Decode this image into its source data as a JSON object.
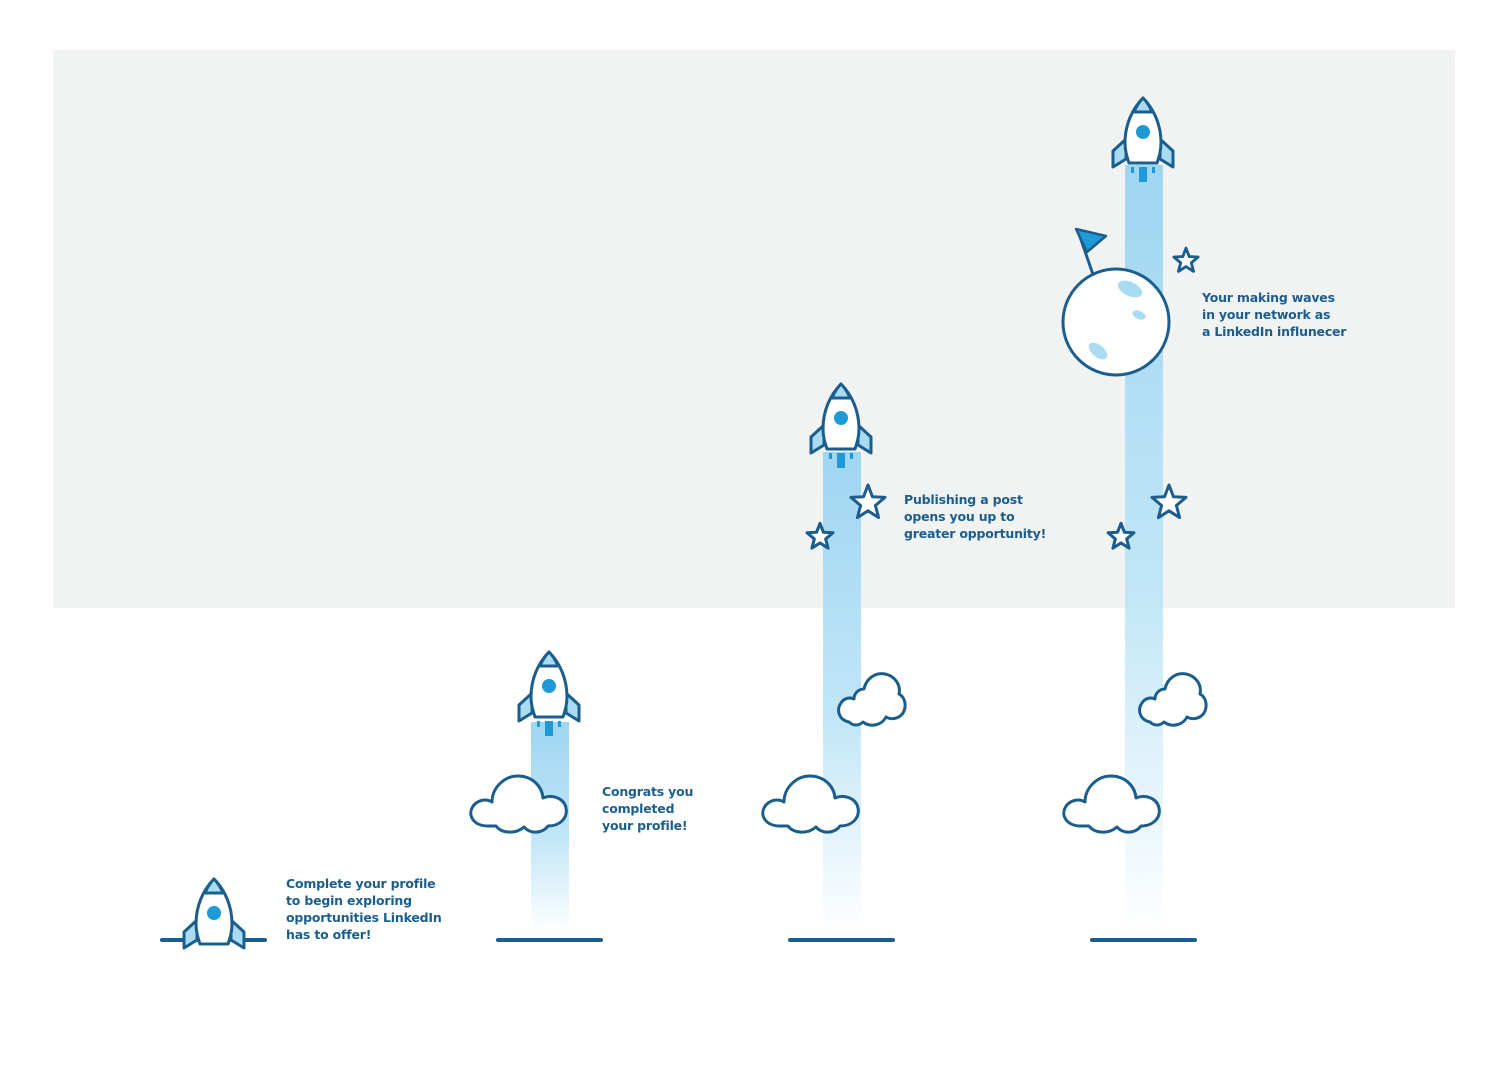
{
  "colors": {
    "outline": "#1b5e8e",
    "accent": "#1f9ad6",
    "light": "#a9dcf3",
    "panel": "#f1f2f2"
  },
  "stages": [
    {
      "label_lines": [
        "Complete your profile",
        "to begin exploring",
        "opportunities LinkedIn",
        "has to offer!"
      ]
    },
    {
      "label_lines": [
        "Congrats you",
        "completed",
        "your profile!"
      ]
    },
    {
      "label_lines": [
        "Publishing a post",
        "opens you up to",
        "greater opportunity!"
      ]
    },
    {
      "label_lines": [
        "Your making waves",
        "in your network as",
        "a LinkedIn influnecer"
      ]
    }
  ],
  "icons": {
    "rocket": "rocket-icon",
    "cloud": "cloud-icon",
    "star": "star-icon",
    "moon": "moon-icon",
    "flag": "flag-icon"
  }
}
